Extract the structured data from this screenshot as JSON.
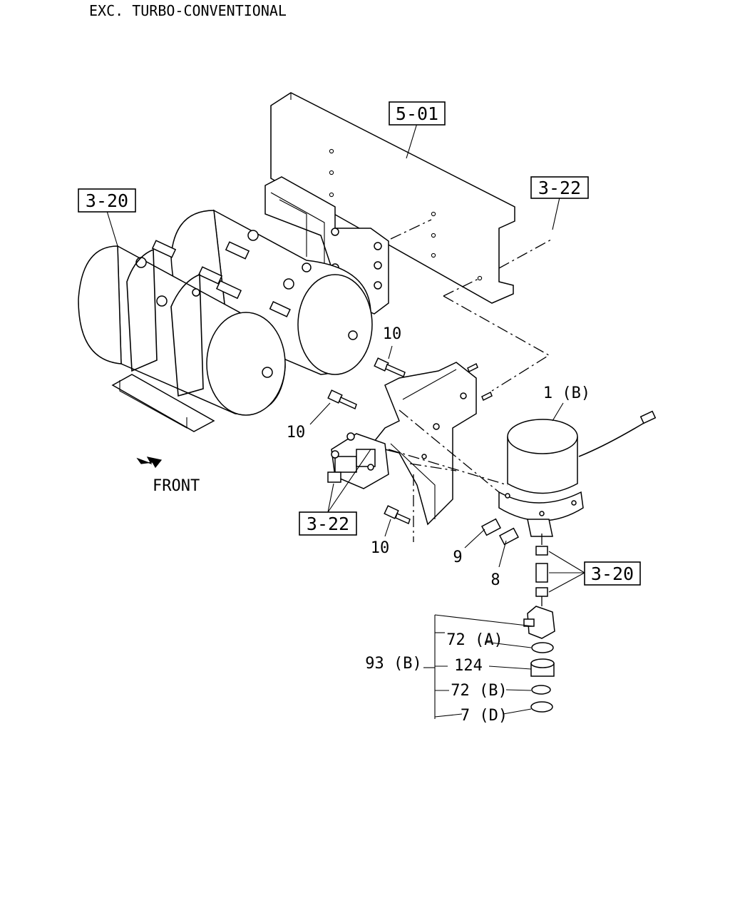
{
  "header": {
    "title": "EXC. TURBO-CONVENTIONAL"
  },
  "references": {
    "frame_ref": "5-01",
    "ref_3_22_top": "3-22",
    "ref_3_20_top": "3-20",
    "ref_3_22_bottom": "3-22",
    "ref_3_20_right": "3-20"
  },
  "callouts": {
    "bolt_10_a": "10",
    "bolt_10_b": "10",
    "bolt_10_c": "10",
    "dryer_1b": "1 (B)",
    "fitting_9": "9",
    "fitting_8": "8",
    "front_label": "FRONT"
  },
  "kit": {
    "group_label": "93 (B)",
    "items": [
      "72 (A)",
      "124",
      "72 (B)",
      "7 (D)"
    ]
  }
}
